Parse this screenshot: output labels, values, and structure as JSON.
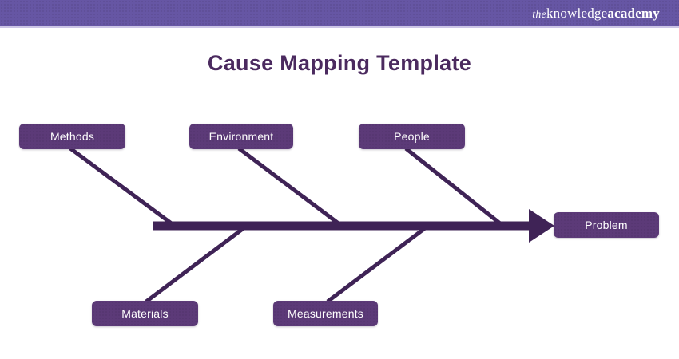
{
  "banner": {
    "logo_the": "the",
    "logo_knowledge": "knowledge",
    "logo_academy": "academy"
  },
  "title": "Cause Mapping Template",
  "diagram": {
    "type": "fishbone-cause-map",
    "cause_categories_top": [
      "Methods",
      "Environment",
      "People"
    ],
    "cause_categories_bottom": [
      "Materials",
      "Measurements"
    ],
    "effect": "Problem"
  },
  "nodes": {
    "methods": {
      "label": "Methods"
    },
    "environment": {
      "label": "Environment"
    },
    "people": {
      "label": "People"
    },
    "materials": {
      "label": "Materials"
    },
    "measurements": {
      "label": "Measurements"
    },
    "problem": {
      "label": "Problem"
    }
  },
  "colors": {
    "banner_purple": "#6656A4",
    "banner_edge": "#CCC5E6",
    "node_purple": "#5C3A78",
    "line_dark_purple": "#3F2356",
    "title_purple": "#4B2A5F",
    "background": "#FFFFFF",
    "node_text": "#FFFFFF"
  }
}
